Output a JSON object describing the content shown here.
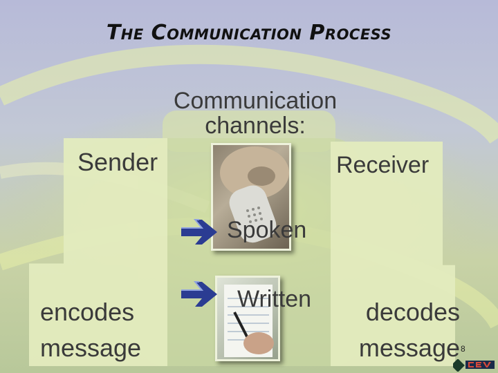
{
  "slide": {
    "title": "The Communication Process",
    "channels_heading": "Communication channels:",
    "sender": "Sender",
    "receiver": "Receiver",
    "spoken": "Spoken",
    "written": "Written",
    "encodes": "encodes message",
    "decodes": "decodes message",
    "page_number": "8"
  },
  "colors": {
    "arrow": "#2b3c92",
    "panel": "#e4ecbe",
    "text": "#3a3a3a"
  }
}
